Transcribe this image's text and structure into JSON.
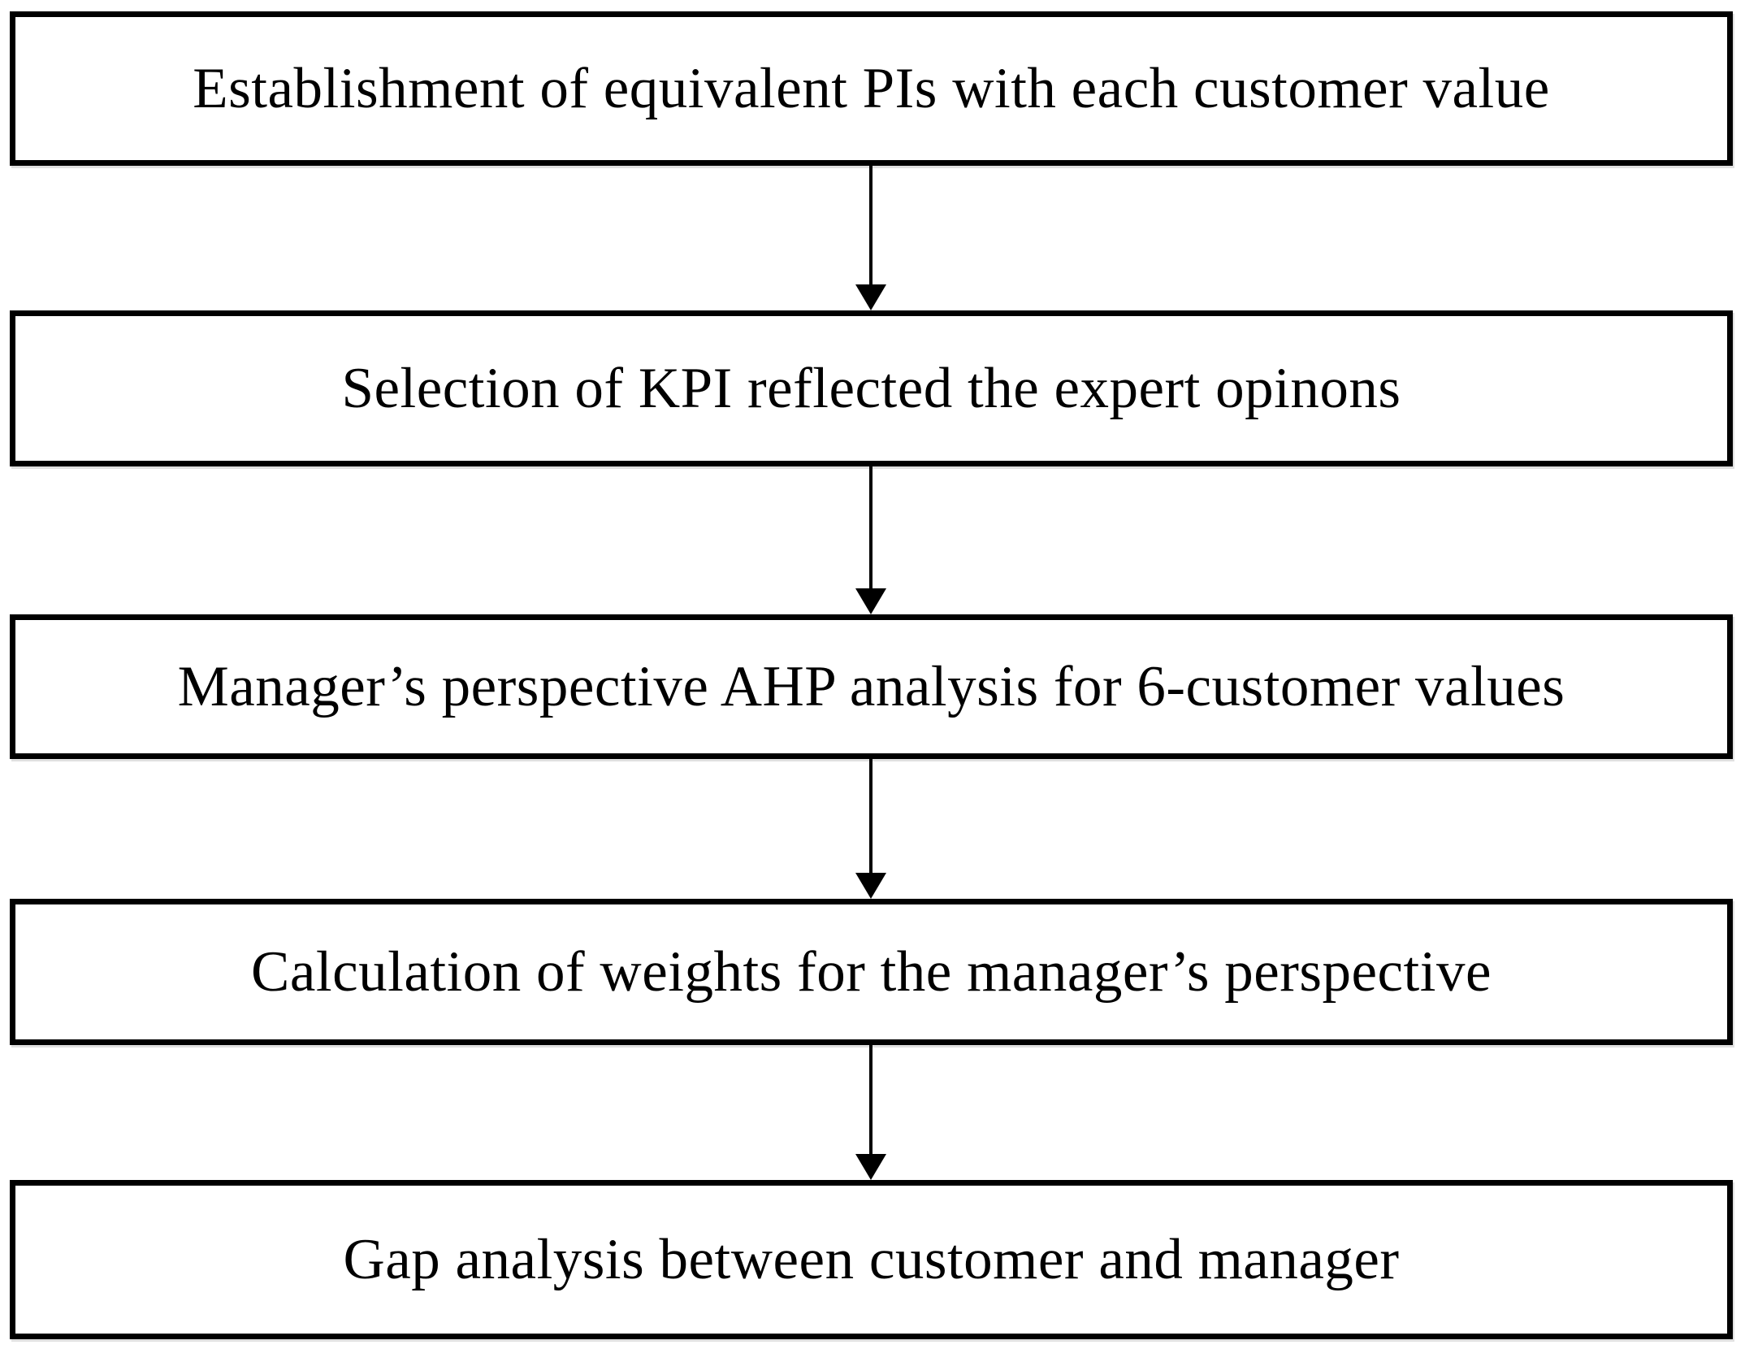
{
  "diagram": {
    "type": "flowchart",
    "direction": "top-down",
    "steps": [
      {
        "label": "Establishment of equivalent PIs with each customer value"
      },
      {
        "label": "Selection of KPI reflected the expert opinons"
      },
      {
        "label": "Manager’s perspective AHP analysis for 6-customer values"
      },
      {
        "label": "Calculation of weights for the manager’s perspective"
      },
      {
        "label": "Gap analysis between customer and manager"
      }
    ],
    "connectors": [
      {
        "from": 1,
        "to": 2,
        "style": "arrow-down"
      },
      {
        "from": 2,
        "to": 3,
        "style": "arrow-down"
      },
      {
        "from": 3,
        "to": 4,
        "style": "arrow-down"
      },
      {
        "from": 4,
        "to": 5,
        "style": "arrow-down"
      }
    ],
    "colors": {
      "background": "#ffffff",
      "box_fill": "#ffffff",
      "box_border": "#000000",
      "text": "#000000",
      "arrow": "#000000"
    }
  }
}
